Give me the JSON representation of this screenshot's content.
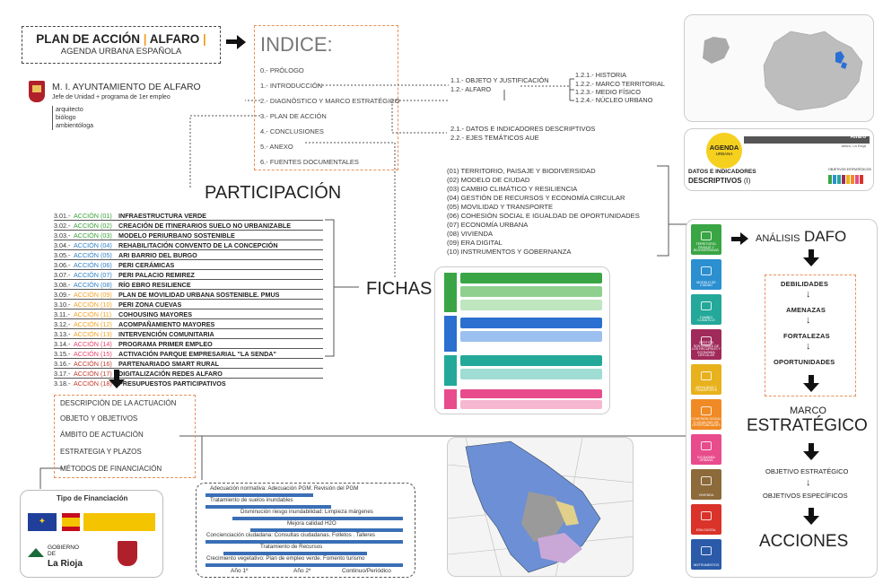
{
  "header": {
    "title_a": "PLAN DE ACCIÓN",
    "sep": "|",
    "title_b": "ALFARO",
    "subtitle": "AGENDA URBANA ESPAÑOLA"
  },
  "ayto": {
    "name": "M. I. AYUNTAMIENTO DE ALFARO",
    "sub": "Jefe de Unidad + programa de 1er empleo",
    "roles": [
      "arquitecto",
      "biólogo",
      "ambientóloga"
    ]
  },
  "indice": {
    "title": "INDICE:",
    "items": [
      "0.- PRÓLOGO",
      "1.- INTRODUCCIÓN",
      "2.- DIAGNÓSTICO Y MARCO ESTRATÉGICO",
      "3.- PLAN DE ACCIÓN",
      "4.- CONCLUSIONES",
      "5.- ANEXO",
      "6.- FUENTES DOCUMENTALES"
    ]
  },
  "intro": {
    "l1": [
      "1.1.- OBJETO Y JUSTIFICACIÓN",
      "1.2.- ALFARO"
    ],
    "l2": [
      "1.2.1.- HISTORIA",
      "1.2.2.- MARCO TERRITORIAL",
      "1.2.3.- MEDIO FÍSICO",
      "1.2.4.- NÚCLEO URBANO"
    ]
  },
  "diag": [
    "2.1.- DATOS E INDICADORES DESCRIPTIVOS",
    "2.2.- EJES TEMÁTICOS AUE"
  ],
  "agenda_card": {
    "badge_a": "AGENDA",
    "badge_b": "URBANA",
    "place": "Alfaro",
    "place_sub": "Alfaro, La Rioja",
    "label": "DATOS E INDICADORES",
    "label2": "DESCRIPTIVOS",
    "label2_suffix": "(I)",
    "obj": "OBJETIVOS ESTRATÉGICOS"
  },
  "temas": [
    "(01) TERRITORIO, PAISAJE Y BIODIVERSIDAD",
    "(02) MODELO DE CIUDAD",
    "(03) CAMBIO CLIMÁTICO Y RESILIENCIA",
    "(04) GESTIÓN DE RECURSOS Y ECONOMÍA CIRCULAR",
    "(05) MOVILIDAD Y TRANSPORTE",
    "(06) COHESIÓN SOCIAL E IGUALDAD DE OPORTUNIDADES",
    "(07) ECONOMÍA URBANA",
    "(08) VIVIENDA",
    "(09) ERA DIGITAL",
    "(10) INSTRUMENTOS Y GOBERNANZA"
  ],
  "participacion": "PARTICIPACIÓN",
  "fichas": "FICHAS",
  "acciones": [
    {
      "n": "3.01.-",
      "a": "ACCIÓN (01)",
      "d": "INFRAESTRUCTURA VERDE",
      "c": "#3aa03a"
    },
    {
      "n": "3.02.-",
      "a": "ACCIÓN (02)",
      "d": "CREACIÓN DE ITINERARIOS SUELO NO URBANIZABLE",
      "c": "#3aa03a"
    },
    {
      "n": "3.03.-",
      "a": "ACCIÓN (03)",
      "d": "MODELO PERIURBANO SOSTENIBLE",
      "c": "#3aa03a"
    },
    {
      "n": "3.04.-",
      "a": "ACCIÓN (04)",
      "d": "REHABILITACIÓN CONVENTO DE LA CONCEPCIÓN",
      "c": "#2f7fc4"
    },
    {
      "n": "3.05.-",
      "a": "ACCIÓN (05)",
      "d": "ARI BARRIO DEL BURGO",
      "c": "#2f7fc4"
    },
    {
      "n": "3.06.-",
      "a": "ACCIÓN (06)",
      "d": "PERI CERÁMICAS",
      "c": "#2f7fc4"
    },
    {
      "n": "3.07.-",
      "a": "ACCIÓN (07)",
      "d": "PERI PALACIO REMIREZ",
      "c": "#2f7fc4"
    },
    {
      "n": "3.08.-",
      "a": "ACCIÓN (08)",
      "d": "RÍO EBRO RESILIENCE",
      "c": "#2f7fc4"
    },
    {
      "n": "3.09.-",
      "a": "ACCIÓN (09)",
      "d": "PLAN DE MOVILIDAD URBANA SOSTENIBLE. PMUS",
      "c": "#f0a020"
    },
    {
      "n": "3.10.-",
      "a": "ACCIÓN (10)",
      "d": "PERI ZONA CUEVAS",
      "c": "#f0a020"
    },
    {
      "n": "3.11.-",
      "a": "ACCIÓN (11)",
      "d": "COHOUSING MAYORES",
      "c": "#f0a020"
    },
    {
      "n": "3.12.-",
      "a": "ACCIÓN (12)",
      "d": "ACOMPAÑAMIENTO MAYORES",
      "c": "#f0a020"
    },
    {
      "n": "3.13.-",
      "a": "ACCIÓN (13)",
      "d": "INTERVENCIÓN COMUNITARIA",
      "c": "#f0a020"
    },
    {
      "n": "3.14.-",
      "a": "ACCIÓN (14)",
      "d": "PROGRAMA PRIMER EMPLEO",
      "c": "#e8406a"
    },
    {
      "n": "3.15.-",
      "a": "ACCIÓN (15)",
      "d": "ACTIVACIÓN PARQUE EMPRESARIAL \"LA SENDA\"",
      "c": "#e8406a"
    },
    {
      "n": "3.16.-",
      "a": "ACCIÓN (16)",
      "d": "PARTENARIADO SMART RURAL",
      "c": "#c0392b"
    },
    {
      "n": "3.17.-",
      "a": "ACCIÓN (17)",
      "d": "DIGITALIZACIÓN REDES ALFARO",
      "c": "#c0392b"
    },
    {
      "n": "3.18.-",
      "a": "ACCIÓN (18)",
      "d": "PRESUPUESTOS PARTICIPATIVOS",
      "c": "#c0392b"
    }
  ],
  "ficha_items": [
    "DESCRIPCIÓN DE LA ACTUACIÓN",
    "OBJETO Y OBJETIVOS",
    "ÁMBITO DE ACTUACIÓN",
    "ESTRATEGIA Y PLAZOS",
    "MÉTODOS DE FINANCIACIÓN"
  ],
  "financiacion": {
    "title": "Tipo de Financiación",
    "gob_a": "GOBIERNO",
    "gob_b": "DE",
    "gob_c": "La Rioja"
  },
  "gantt": {
    "rows": [
      "Adecuación normativa: Adecuación PGM. Revisión del PGM",
      "Tratamiento de suelos inundables",
      "Disminución riesgo inundabilidad: Limpieza márgenes",
      "Mejora calidad H2O",
      "Concienciación ciudadana: Consultas ciudadanas. Folletos . Talleres",
      "Tratamiento de Recursos",
      "Crecimiento vegetativo: Plan de empleo verde. Fomento turismo"
    ],
    "cols": [
      "Año 1º",
      "Año 2º",
      "Continuo/Periódico"
    ]
  },
  "dafo": {
    "analisis": "ANÁLISIS",
    "dafo": "DAFO",
    "items": [
      "DEBILIDADES",
      "AMENAZAS",
      "FORTALEZAS",
      "OPORTUNIDADES"
    ],
    "marco": "MARCO",
    "estrategico": "ESTRATÉGICO",
    "obj1": "OBJETIVO ESTRATÉGICO",
    "obj2": "OBJETIVOS ESPECÍFICOS",
    "acciones": "ACCIONES"
  },
  "tiles": [
    {
      "c": "#3aa545",
      "t": "TERRITORIO, PAISAJE Y BIODIVERSIDAD"
    },
    {
      "c": "#2b8fd0",
      "t": "MODELO DE CIUDAD"
    },
    {
      "c": "#24a89a",
      "t": "CAMBIO CLIMÁTICO"
    },
    {
      "c": "#a02a5a",
      "t": "GESTIÓN SOSTENIBLE DE LOS RECURSOS Y ECONOMÍA CIRCULAR"
    },
    {
      "c": "#e8b21e",
      "t": "MOVILIDAD Y TRANSPORTE"
    },
    {
      "c": "#f08a24",
      "t": "COHESIÓN SOCIAL E IGUALDAD DE OPORTUNIDADES"
    },
    {
      "c": "#e84c8c",
      "t": "ECONOMÍA URBANA"
    },
    {
      "c": "#8c6a3a",
      "t": "VIVIENDA"
    },
    {
      "c": "#d9332a",
      "t": "ERA DIGITAL"
    },
    {
      "c": "#2a5aa8",
      "t": "INSTRUMENTOS"
    }
  ],
  "colors": {
    "accent": "#f0a020",
    "dash": "#e8905a",
    "ayto_red": "#b0202a"
  }
}
